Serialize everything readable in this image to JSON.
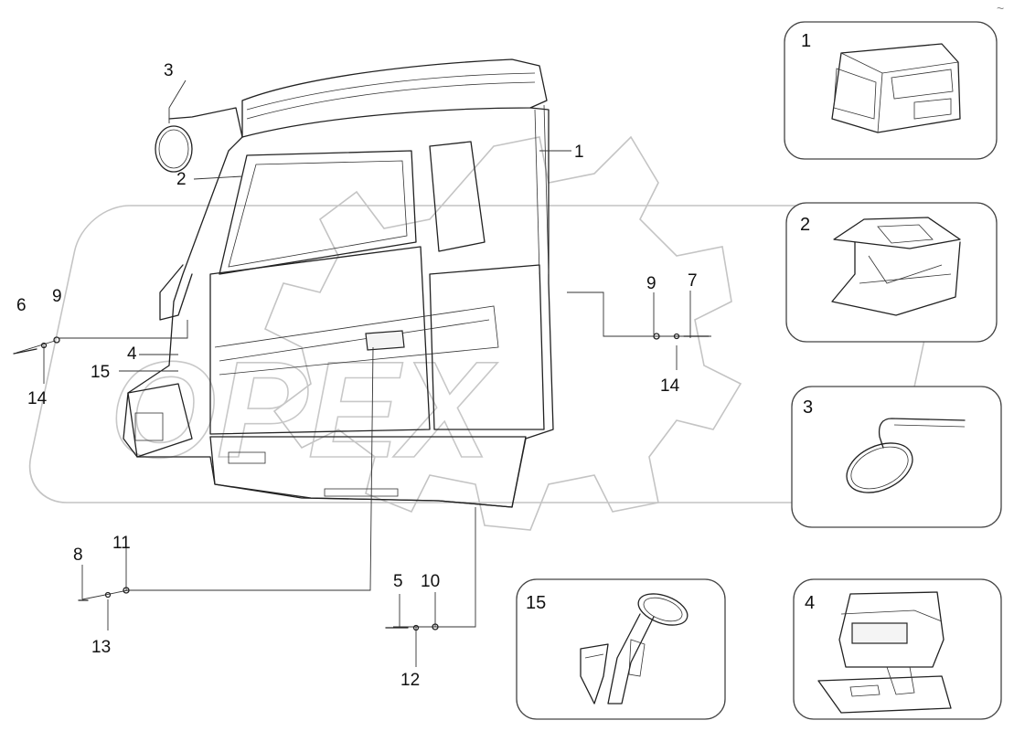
{
  "watermark": {
    "text": "OPEX"
  },
  "corner_mark": "~",
  "callouts": {
    "c3": "3",
    "c2": "2",
    "c1": "1",
    "c6": "6",
    "c9a": "9",
    "c14a": "14",
    "c4": "4",
    "c15": "15",
    "c9b": "9",
    "c7": "7",
    "c14b": "14",
    "c8": "8",
    "c11": "11",
    "c13": "13",
    "c5": "5",
    "c10": "10",
    "c12": "12"
  },
  "panels": [
    {
      "number": "1",
      "depicts": "cab-shell-icon"
    },
    {
      "number": "2",
      "depicts": "cab-floor-frame-icon"
    },
    {
      "number": "3",
      "depicts": "mirror-icon"
    },
    {
      "number": "15",
      "depicts": "steering-column-icon"
    },
    {
      "number": "4",
      "depicts": "dashboard-icon"
    }
  ]
}
